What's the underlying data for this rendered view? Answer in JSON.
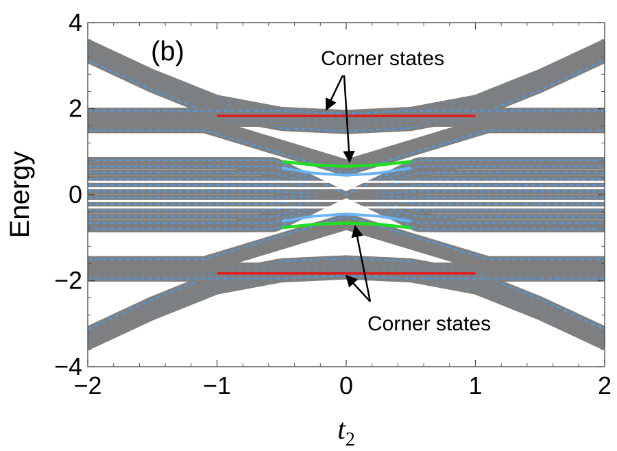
{
  "chart_data": {
    "type": "line",
    "panel_label": "(b)",
    "xlabel": {
      "base": "t",
      "sub": "2"
    },
    "ylabel": "Energy",
    "xlim": [
      -2,
      2
    ],
    "ylim": [
      -4,
      4
    ],
    "x_ticks": [
      {
        "value": -2,
        "label": "−2"
      },
      {
        "value": -1,
        "label": "−1"
      },
      {
        "value": 0,
        "label": "0"
      },
      {
        "value": 1,
        "label": "1"
      },
      {
        "value": 2,
        "label": "2"
      }
    ],
    "y_ticks": [
      {
        "value": -4,
        "label": "−4"
      },
      {
        "value": -2,
        "label": "−2"
      },
      {
        "value": 0,
        "label": "0"
      },
      {
        "value": 2,
        "label": "2"
      },
      {
        "value": 4,
        "label": "4"
      }
    ],
    "grid": false,
    "colors": {
      "bulk_gray": "#7f7f7f",
      "bulk_blue": "#4c9ae6",
      "corner_red": "#e01b1b",
      "corner_green": "#22dd22",
      "light_blue": "#68b4f4",
      "arrow": "#000000"
    },
    "series": [
      {
        "role": "outer bulk bands",
        "x": [
          -2,
          -1.5,
          -1,
          -0.5,
          0,
          0.5,
          1,
          1.5,
          2
        ],
        "y_upper": [
          3.55,
          2.85,
          2.25,
          1.97,
          1.9,
          1.97,
          2.25,
          2.85,
          3.55
        ],
        "y_lower": [
          -3.55,
          -2.85,
          -2.25,
          -1.97,
          -1.9,
          -1.97,
          -2.25,
          -2.85,
          -3.55
        ]
      },
      {
        "role": "upper and lower flat bands",
        "x": [
          -2,
          2
        ],
        "y_upper": [
          1.8,
          1.8
        ],
        "y_lower": [
          -1.8,
          -1.8
        ]
      },
      {
        "role": "red corner states",
        "x": [
          -1,
          1
        ],
        "y_upper": [
          1.83,
          1.83
        ],
        "y_lower": [
          -1.83,
          -1.83
        ]
      },
      {
        "role": "green corner states",
        "x": [
          -0.5,
          -0.25,
          0,
          0.25,
          0.5
        ],
        "y_upper": [
          0.77,
          0.69,
          0.66,
          0.69,
          0.77
        ],
        "y_lower": [
          -0.77,
          -0.69,
          -0.66,
          -0.69,
          -0.77
        ]
      },
      {
        "role": "light blue edge states",
        "x": [
          -0.5,
          -0.25,
          0,
          0.25,
          0.5
        ],
        "y_upper": [
          0.62,
          0.5,
          0.45,
          0.5,
          0.62
        ],
        "y_lower": [
          -0.62,
          -0.5,
          -0.45,
          -0.5,
          -0.62
        ]
      }
    ],
    "annotations": [
      {
        "text": "Corner states",
        "anchor": [
          0,
          3.4
        ]
      },
      {
        "text": "Corner states",
        "anchor": [
          0,
          -3.2
        ]
      }
    ]
  }
}
